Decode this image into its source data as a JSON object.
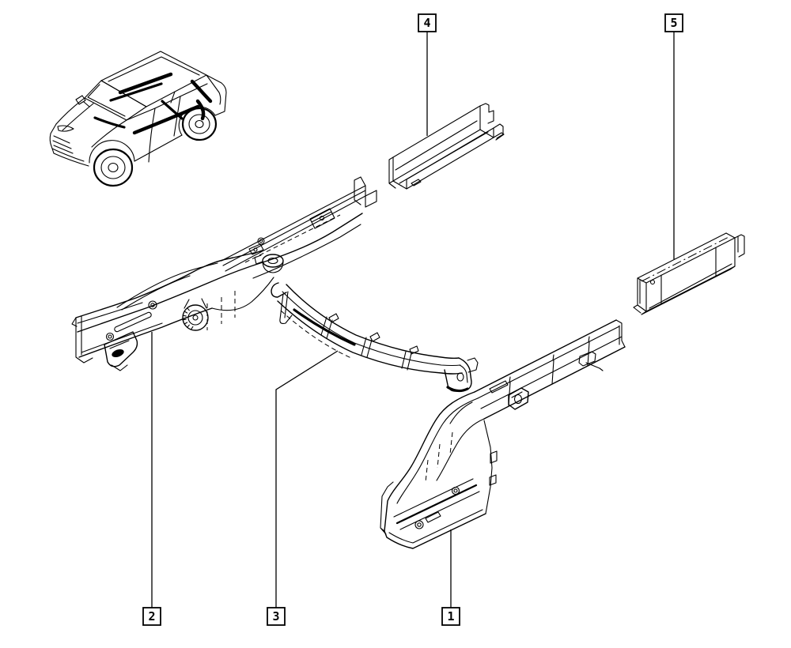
{
  "colors": {
    "background": "#ffffff",
    "line": "#000000"
  },
  "diagram": {
    "callouts": [
      {
        "label": "1"
      },
      {
        "label": "2"
      },
      {
        "label": "3"
      },
      {
        "label": "4"
      },
      {
        "label": "5"
      }
    ]
  }
}
